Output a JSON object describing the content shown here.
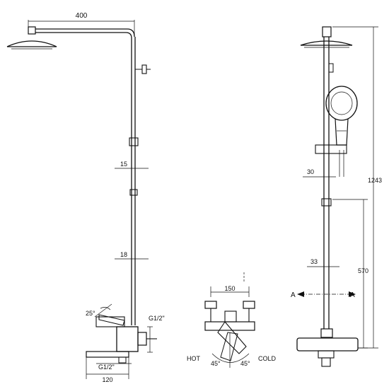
{
  "dimensions": {
    "arm_width": "400",
    "pipe_15": "15",
    "pipe_18": "18",
    "handle_angle": "25°",
    "inlet_right": "G1/2\"",
    "inlet_bottom": "G1/2\"",
    "spout_120": "120",
    "centers_150": "150",
    "hot": "HOT",
    "cold": "COLD",
    "angle_left": "45°",
    "angle_right": "45°",
    "pipe_30": "30",
    "pipe_33": "33",
    "height_570": "570",
    "height_1243": "1243",
    "section_left": "A",
    "section_right": "A"
  },
  "colors": {
    "line": "#111111",
    "background": "#ffffff"
  }
}
